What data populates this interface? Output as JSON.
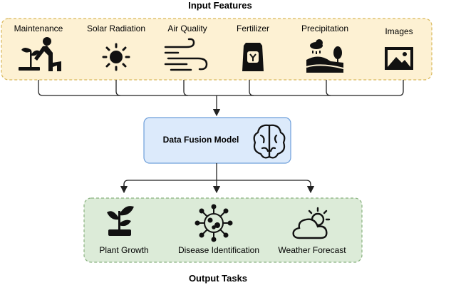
{
  "diagram": {
    "input_title": "Input Features",
    "output_title": "Output Tasks",
    "inputs": [
      {
        "label": "Maintenance",
        "icon": "gardener-icon"
      },
      {
        "label": "Solar Radiation",
        "icon": "sun-icon"
      },
      {
        "label": "Air Quality",
        "icon": "wind-icon"
      },
      {
        "label": "Fertilizer",
        "icon": "fertilizer-bag-icon"
      },
      {
        "label": "Precipitation",
        "icon": "rain-landscape-icon"
      },
      {
        "label": "Images",
        "icon": "image-icon"
      }
    ],
    "model": {
      "label": "Data Fusion Model",
      "icon": "brain-icon"
    },
    "outputs": [
      {
        "label": "Plant Growth",
        "icon": "sprout-icon"
      },
      {
        "label": "Disease Identification",
        "icon": "virus-icon"
      },
      {
        "label": "Weather Forecast",
        "icon": "cloud-sun-icon"
      }
    ],
    "colors": {
      "input_fill": "#FDF1D3",
      "input_stroke": "#D9B85A",
      "model_fill": "#DCEAFB",
      "model_stroke": "#6E9FDA",
      "output_fill": "#DCEBD8",
      "output_stroke": "#89B27F"
    }
  }
}
